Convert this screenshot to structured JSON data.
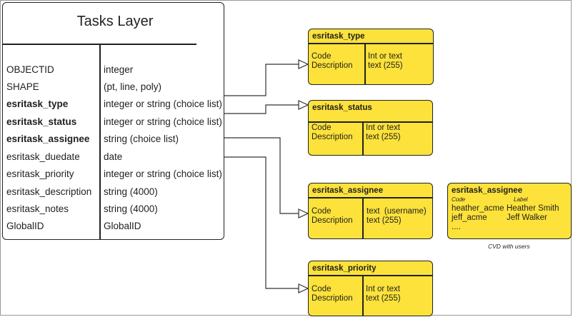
{
  "main_table": {
    "title": "Tasks Layer",
    "fields": [
      {
        "name": "OBJECTID",
        "type": "integer",
        "bold": false
      },
      {
        "name": "SHAPE",
        "type": "(pt, line, poly)",
        "bold": false
      },
      {
        "name": "esritask_type",
        "type": "integer or string (choice list)",
        "bold": true
      },
      {
        "name": "esritask_status",
        "type": "integer or string (choice list)",
        "bold": true
      },
      {
        "name": "esritask_assignee",
        "type": "string (choice list)",
        "bold": true
      },
      {
        "name": "esritask_duedate",
        "type": "date",
        "bold": false
      },
      {
        "name": "esritask_priority",
        "type": "integer or string (choice list)",
        "bold": false
      },
      {
        "name": "esritask_description",
        "type": "string (4000)",
        "bold": false
      },
      {
        "name": "esritask_notes",
        "type": "string (4000)",
        "bold": false
      },
      {
        "name": "GlobalID",
        "type": "GlobalID",
        "bold": false
      }
    ]
  },
  "domain_tables": [
    {
      "title": "esritask_type",
      "left_labels": "Code\nDescription",
      "right_values": "Int or text\ntext (255)"
    },
    {
      "title": "esritask_status",
      "left_labels": "Code\nDescription",
      "right_values": "Int or text\ntext (255)"
    },
    {
      "title": "esritask_assignee",
      "left_labels": "Code\nDescription",
      "right_values": "text  (username)\ntext (255)"
    },
    {
      "title": "esritask_priority",
      "left_labels": "Code\nDescription",
      "right_values": "Int or text\ntext (255)"
    }
  ],
  "cvd_table": {
    "title": "esritask_assignee",
    "code_header": "Code",
    "label_header": "Label",
    "codes": "heather_acme\njeff_acme\n....",
    "labels": "Heather Smith\nJeff Walker",
    "caption": "CVD with users"
  },
  "colors": {
    "domain_fill": "#fce23a",
    "stroke": "#222222",
    "connector": "#333333"
  }
}
